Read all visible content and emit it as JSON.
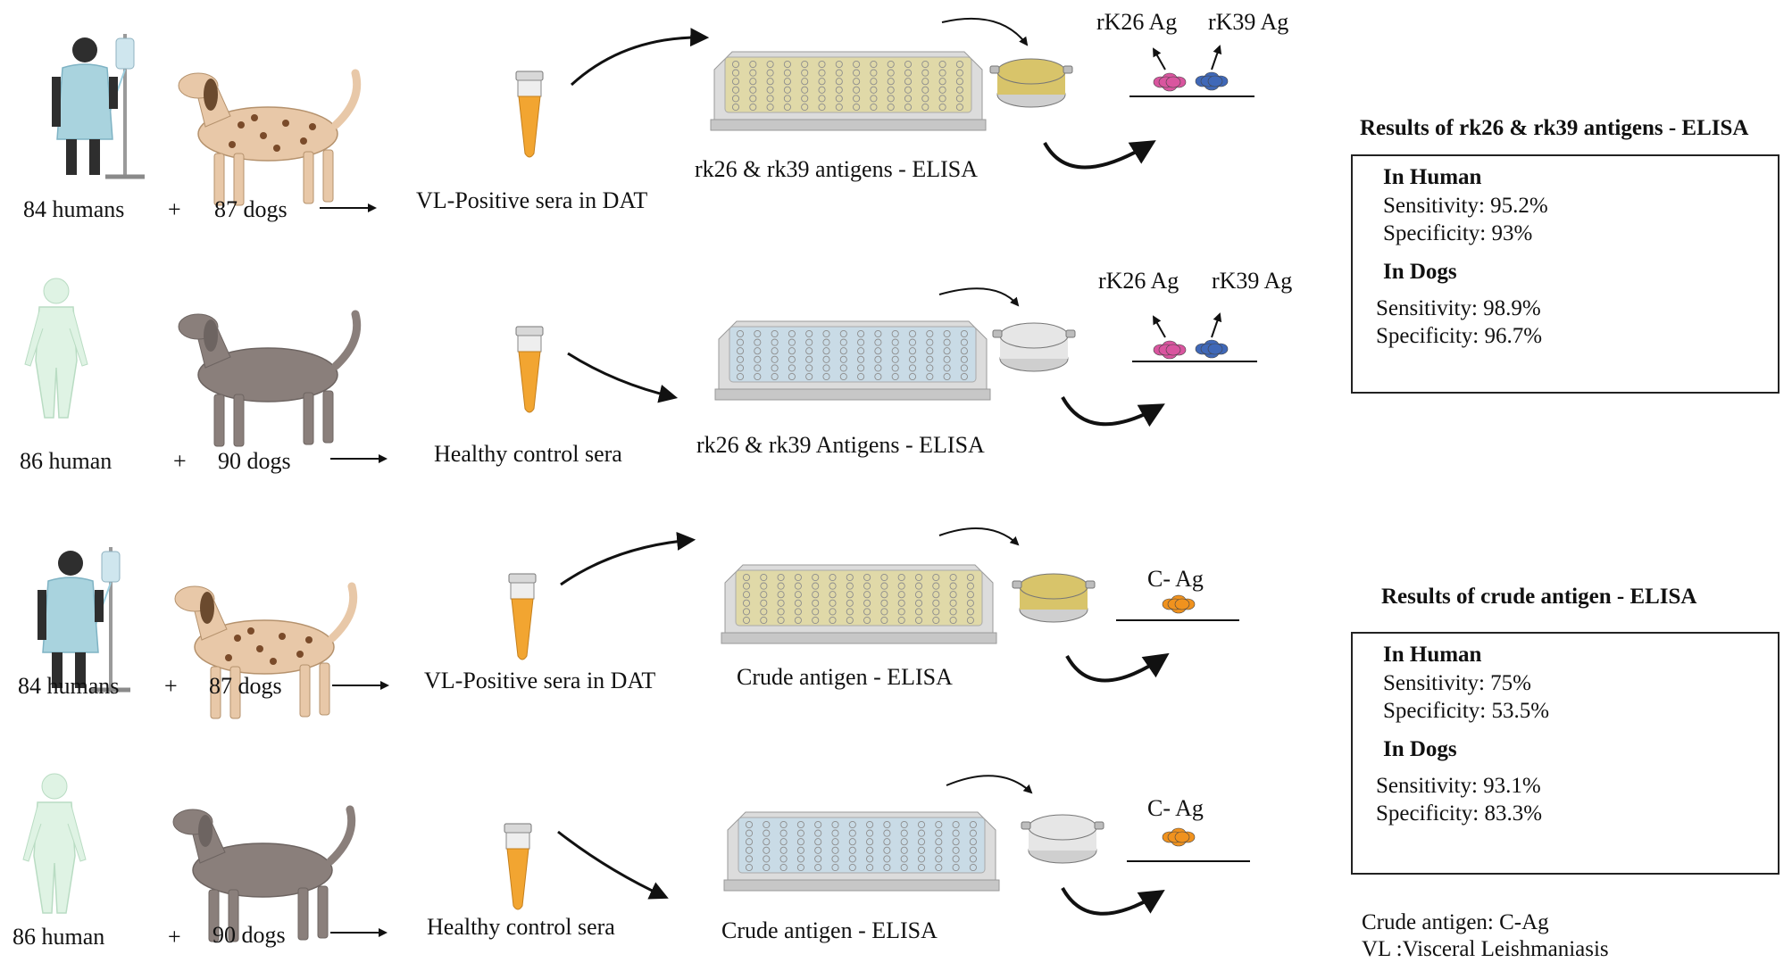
{
  "rows": [
    {
      "humans": "84 humans",
      "plus": "+",
      "dogs": "87 dogs",
      "sera": "VL-Positive sera in DAT",
      "assay": "rk26 & rk39 antigens - ELISA",
      "antigens": [
        "rK26 Ag",
        "rK39 Ag"
      ],
      "human_state": "patient",
      "dog_state": "infected",
      "serum_color": "#f2a531",
      "plate_color": "#e0d9a8",
      "dish_color": "#d8c46a"
    },
    {
      "humans": "86 human",
      "plus": "+",
      "dogs": "90 dogs",
      "sera": "Healthy control sera",
      "assay": "rk26 & rk39 Antigens - ELISA",
      "antigens": [
        "rK26 Ag",
        "rK39 Ag"
      ],
      "human_state": "healthy",
      "dog_state": "healthy",
      "serum_color": "#f2a531",
      "plate_color": "#c9dbe6",
      "dish_color": "#e6e6e6"
    },
    {
      "humans": "84 humans",
      "plus": "+",
      "dogs": "87 dogs",
      "sera": "VL-Positive sera in DAT",
      "assay": "Crude antigen  - ELISA",
      "antigens": [
        "C- Ag"
      ],
      "human_state": "patient",
      "dog_state": "infected",
      "serum_color": "#f2a531",
      "plate_color": "#e0d9a8",
      "dish_color": "#d8c46a"
    },
    {
      "humans": "86 human",
      "plus": "+",
      "dogs": "90 dogs",
      "sera": "Healthy control sera",
      "assay": "Crude antigen  - ELISA",
      "antigens": [
        "C- Ag"
      ],
      "human_state": "healthy",
      "dog_state": "healthy",
      "serum_color": "#f2a531",
      "plate_color": "#c9dbe6",
      "dish_color": "#e6e6e6"
    }
  ],
  "results": [
    {
      "title": "Results of rk26 & rk39 antigens - ELISA",
      "human_heading": "In Human",
      "human_sensitivity": "Sensitivity: 95.2%",
      "human_specificity": "Specificity: 93%",
      "dogs_heading": "In Dogs",
      "dogs_sensitivity": "Sensitivity: 98.9%",
      "dogs_specificity": "Specificity: 96.7%"
    },
    {
      "title": "Results of crude antigen - ELISA",
      "human_heading": "In Human",
      "human_sensitivity": "Sensitivity: 75%",
      "human_specificity": "Specificity: 53.5%",
      "dogs_heading": "In Dogs",
      "dogs_sensitivity": "Sensitivity: 93.1%",
      "dogs_specificity": "Specificity: 83.3%"
    }
  ],
  "footnotes": [
    "Crude antigen: C-Ag",
    "VL :Visceral Leishmaniasis"
  ],
  "colors": {
    "rk26_ag": "#d9559f",
    "rk39_ag": "#3f68b8",
    "crude_ag": "#f0921e",
    "patient_skin": "#2e2e2e",
    "gown": "#a9d3de",
    "healthy_body": "#dff3e4",
    "infected_dog": "#e8c8a8",
    "healthy_dog": "#8a7f7b"
  }
}
